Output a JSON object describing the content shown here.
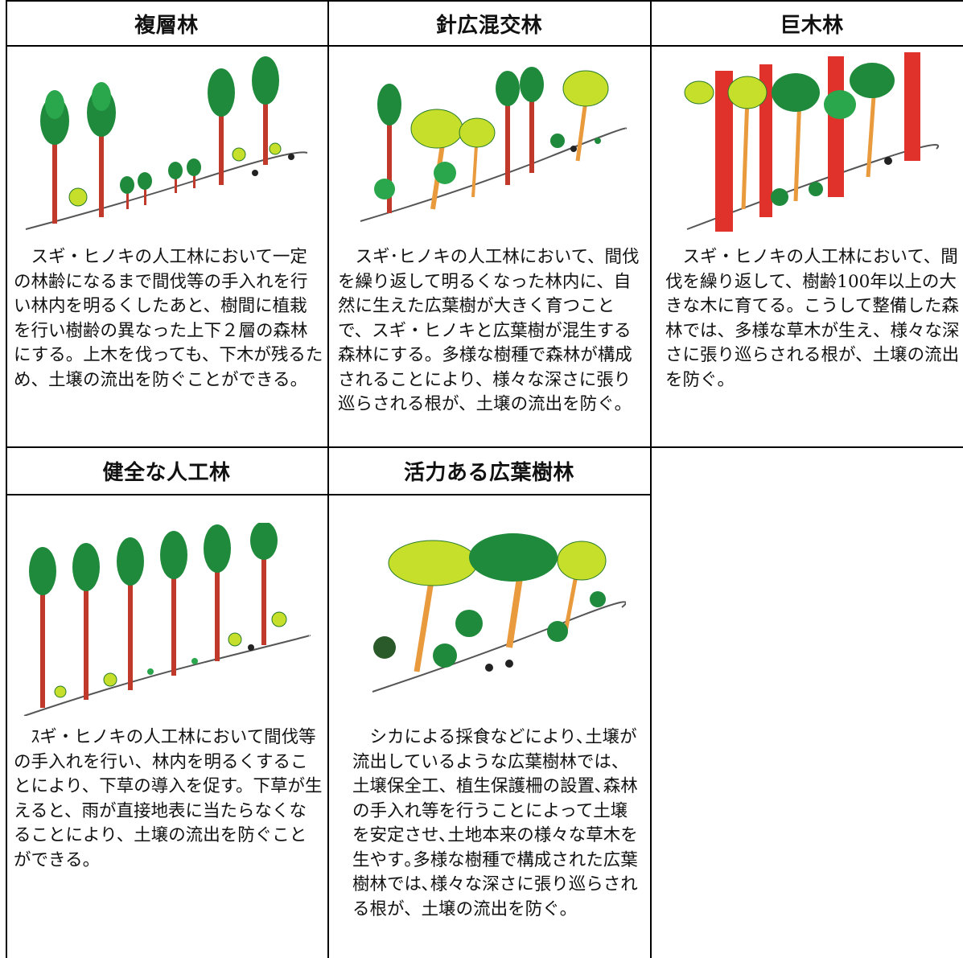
{
  "cells": [
    {
      "title": "複層林",
      "text": "スギ・ヒノキの人工林において一定の林齢になるまで間伐等の手入れを行い林内を明るくしたあと、樹間に植栽を行い樹齢の異なった上下２層の森林にする。上木を伐っても、下木が残るため、土壌の流出を防ぐことができる。",
      "illustration": "multi-layer-forest-illustration"
    },
    {
      "title": "針広混交林",
      "text": "スギ･ヒノキの人工林において、間伐を繰り返して明るくなった林内に、自然に生えた広葉樹が大きく育つことで、スギ・ヒノキと広葉樹が混生する森林にする。多様な樹種で森林が構成されることにより、様々な深さに張り巡らされる根が、土壌の流出を防ぐ。",
      "illustration": "mixed-forest-illustration"
    },
    {
      "title": "巨木林",
      "text": "スギ・ヒノキの人工林において、間伐を繰り返して、樹齢100年以上の大きな木に育てる。こうして整備した森林では、多様な草木が生え、様々な深さに張り巡らされる根が、土壌の流出を防ぐ。",
      "illustration": "giant-tree-forest-illustration"
    },
    {
      "title": "健全な人工林",
      "text": "ｽギ・ヒノキの人工林において間伐等の手入れを行い、林内を明るくすることにより、下草の導入を促す。下草が生えると、雨が直接地表に当たらなくなることにより、土壌の流出を防ぐことができる。",
      "illustration": "healthy-plantation-illustration"
    },
    {
      "title": "活力ある広葉樹林",
      "text": "シカによる採食などにより､土壌が流出しているような広葉樹林では、土壌保全工、植生保護柵の設置､森林の手入れ等を行うことによって土壌を安定させ､土地本来の様々な草木を生やす｡多様な樹種で構成された広葉樹林では､様々な深さに張り巡らされる根が、土壌の流出を防ぐ。",
      "illustration": "vigorous-broadleaf-forest-illustration"
    }
  ],
  "colors": {
    "conifer_trunk": "#c0392b",
    "broadleaf_trunk": "#e89a3c",
    "dark_green": "#1f8a3c",
    "light_green": "#c6df2a",
    "ground_line": "#555555"
  }
}
